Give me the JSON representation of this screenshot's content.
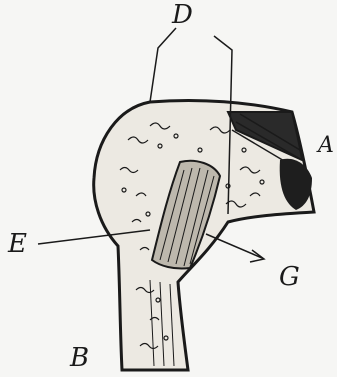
{
  "labels": {
    "d": "D",
    "a": "A",
    "e": "E",
    "g": "G",
    "b": "B"
  },
  "colors": {
    "ink": "#1a1a1a",
    "paper": "#f6f6f4"
  }
}
